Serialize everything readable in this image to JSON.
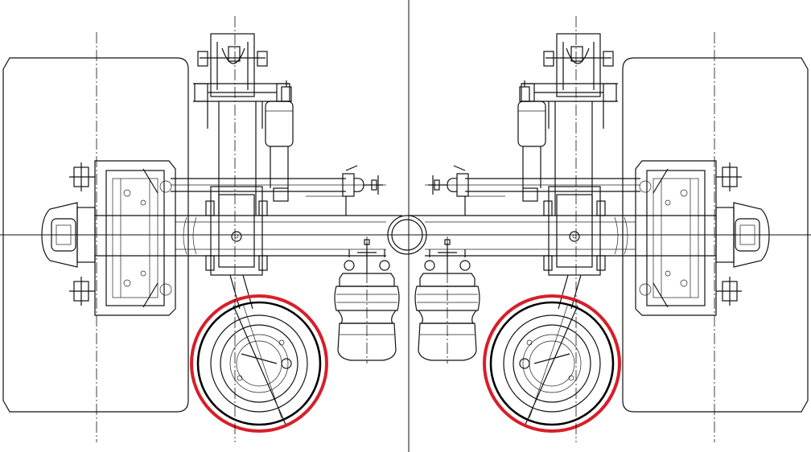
{
  "drawing": {
    "view": "front",
    "line_color": "#111111",
    "background_color": "#ffffff",
    "highlight_color": "#d71f2a",
    "highlighted_parts": [
      "left-brake-drum",
      "right-brake-drum"
    ]
  }
}
